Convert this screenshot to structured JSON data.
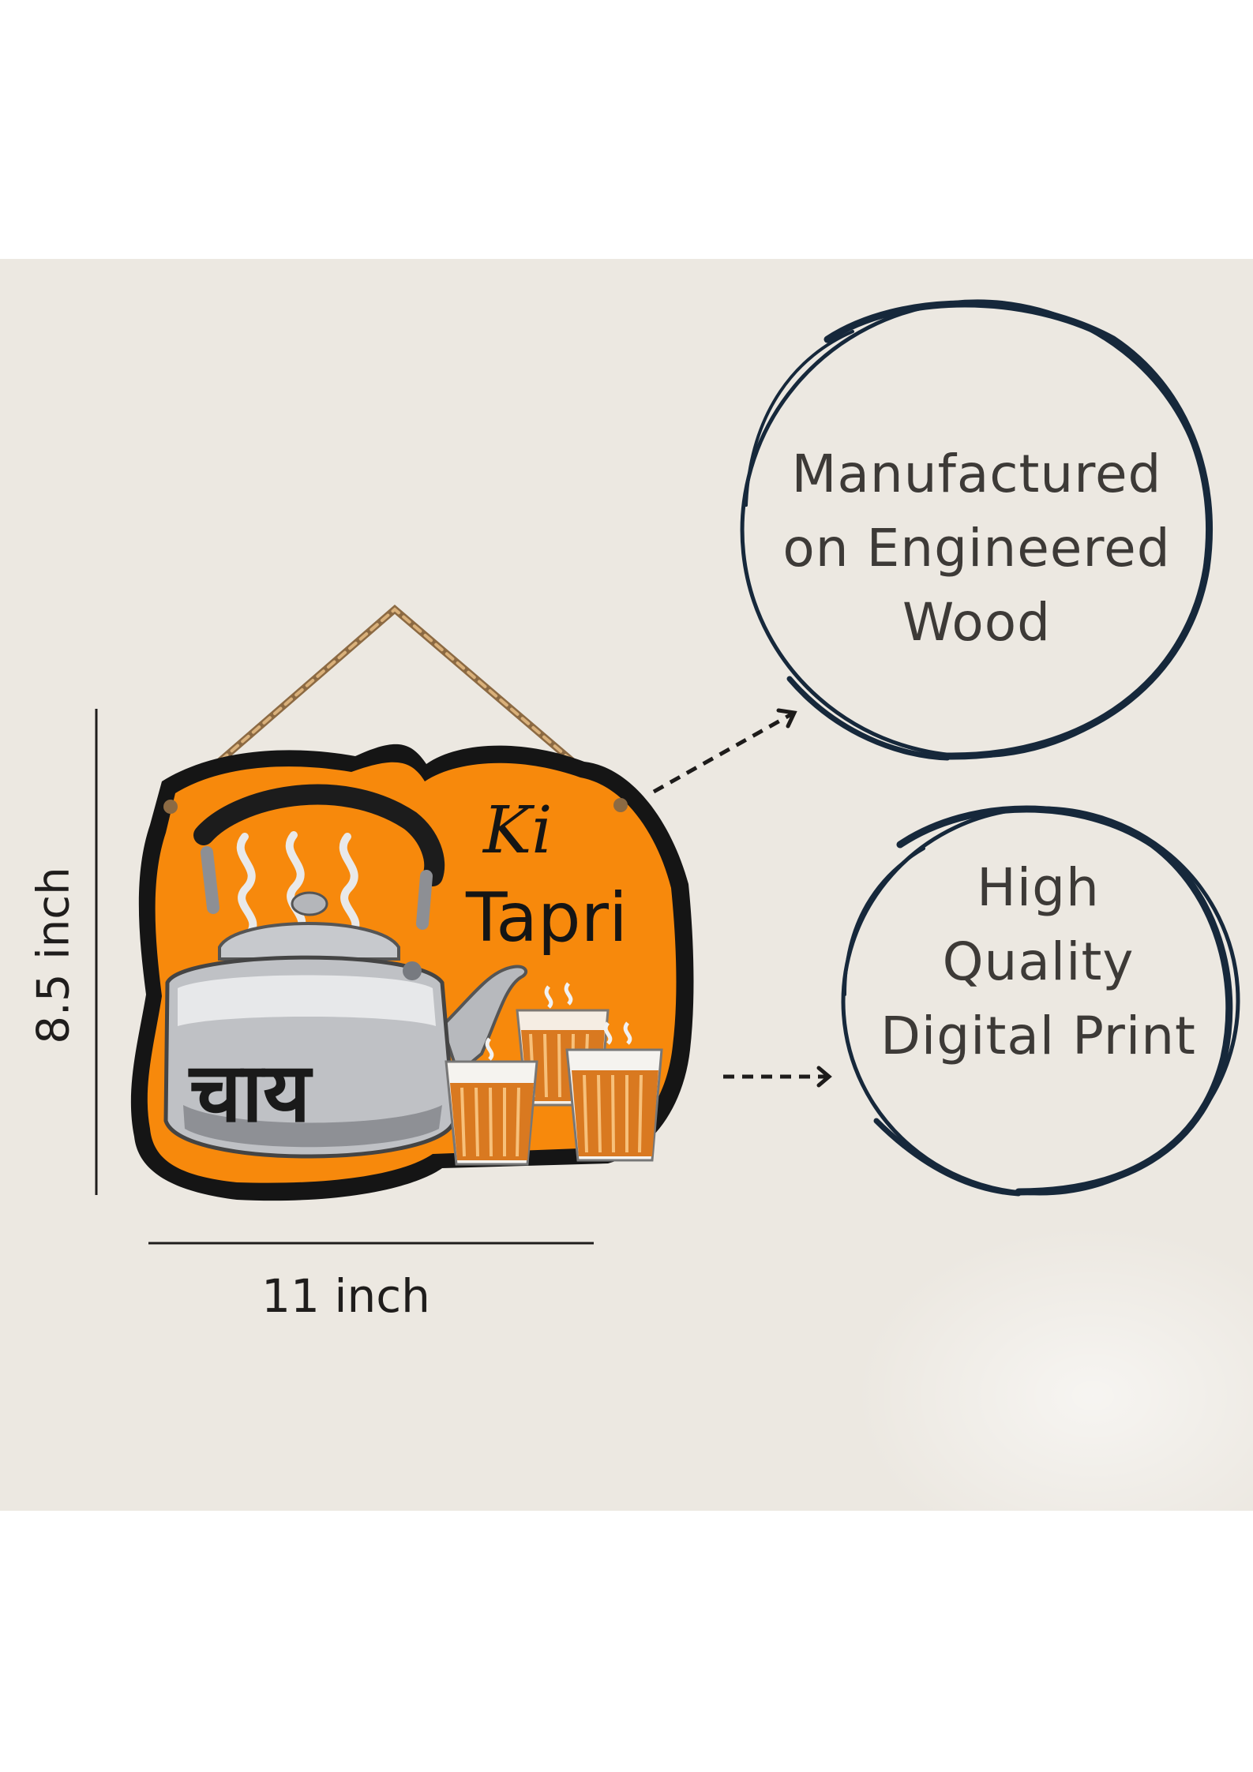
{
  "product": {
    "sign_text_english_line1": "Ki",
    "sign_text_english_line2": "Tapri",
    "sign_text_hindi": "चाय",
    "main_color": "#f7890c",
    "outline_color": "#151515"
  },
  "dimensions": {
    "height_label": "8.5 inch",
    "width_label": "11 inch"
  },
  "features": [
    {
      "lines": [
        "Manufactured",
        "on Engineered",
        "Wood"
      ]
    },
    {
      "lines": [
        "High",
        "Quality",
        "Digital Print"
      ]
    }
  ],
  "colors": {
    "background": "#ece8e1",
    "circle_ink": "#16283b",
    "text": "#3d3a37"
  }
}
